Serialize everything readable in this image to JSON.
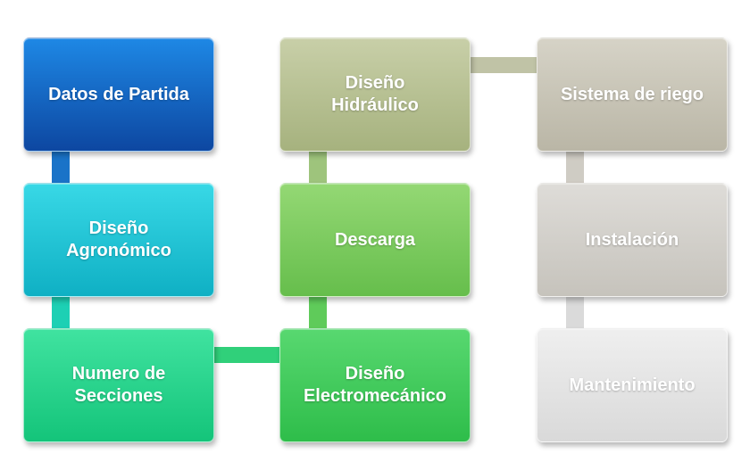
{
  "nodes": {
    "datos_de_partida": {
      "label": "Datos de Partida",
      "color": "#1565c0"
    },
    "diseno_agronomico": {
      "label": "Diseño\nAgronómico",
      "color": "#17c4d3"
    },
    "numero_de_secciones": {
      "label": "Numero de\nSecciones",
      "color": "#22d58c"
    },
    "diseno_hidraulico": {
      "label": "Diseño\nHidráulico",
      "color": "#b6c092"
    },
    "descarga": {
      "label": "Descarga",
      "color": "#7ccb5e"
    },
    "diseno_electromecanico": {
      "label": "Diseño\nElectromecánico",
      "color": "#3fca5c"
    },
    "sistema_de_riego": {
      "label": "Sistema de riego",
      "color": "#c8c4b6"
    },
    "instalacion": {
      "label": "Instalación",
      "color": "#d2d0cb"
    },
    "mantenimiento": {
      "label": "Mantenimiento",
      "color": "#e6e6e6"
    }
  },
  "edges": [
    {
      "from": "datos_de_partida",
      "to": "diseno_agronomico"
    },
    {
      "from": "diseno_agronomico",
      "to": "numero_de_secciones"
    },
    {
      "from": "numero_de_secciones",
      "to": "diseno_electromecanico"
    },
    {
      "from": "diseno_electromecanico",
      "to": "descarga"
    },
    {
      "from": "descarga",
      "to": "diseno_hidraulico"
    },
    {
      "from": "diseno_hidraulico",
      "to": "sistema_de_riego"
    },
    {
      "from": "sistema_de_riego",
      "to": "instalacion"
    },
    {
      "from": "instalacion",
      "to": "mantenimiento"
    }
  ]
}
